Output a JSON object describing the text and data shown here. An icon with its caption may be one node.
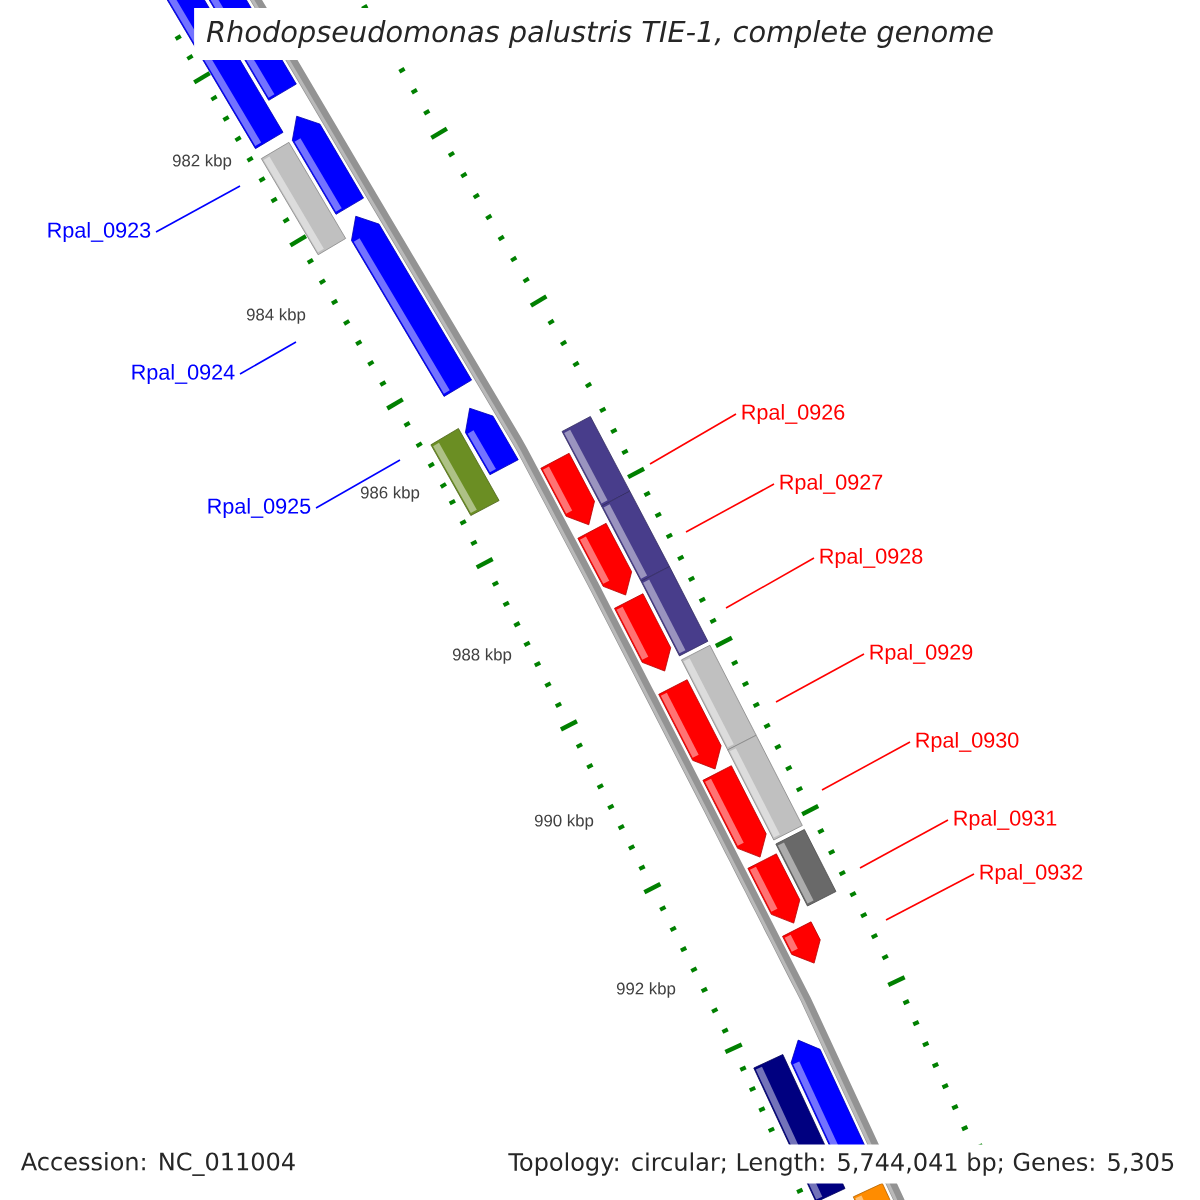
{
  "diagram": {
    "title": "Rhodopseudomonas palustris TIE-1, complete genome",
    "nodes": [
      {
        "text": [
          "Rpal_0923"
        ]
      },
      {
        "text": [
          "Rpal_0924"
        ]
      },
      {
        "text": [
          "Rpal_0925"
        ]
      },
      {
        "text": [
          "Rpal_0926"
        ]
      },
      {
        "text": [
          "Rpal_0927"
        ]
      },
      {
        "text": [
          "Rpal_0928"
        ]
      },
      {
        "text": [
          "Rpal_0929"
        ]
      },
      {
        "text": [
          "Rpal_0930"
        ]
      },
      {
        "text": [
          "Rpal_0931"
        ]
      },
      {
        "text": [
          "Rpal_0932"
        ]
      }
    ],
    "edges": [
      {
        "from": 0,
        "to": null,
        "arrow": "none",
        "color": "#0000ff"
      },
      {
        "from": 1,
        "to": null,
        "arrow": "none",
        "color": "#0000ff"
      },
      {
        "from": 2,
        "to": null,
        "arrow": "none",
        "color": "#0000ff"
      },
      {
        "from": 3,
        "to": null,
        "arrow": "none",
        "color": "#ff0000"
      },
      {
        "from": 4,
        "to": null,
        "arrow": "none",
        "color": "#ff0000"
      },
      {
        "from": 5,
        "to": null,
        "arrow": "none",
        "color": "#ff0000"
      },
      {
        "from": 6,
        "to": null,
        "arrow": "none",
        "color": "#ff0000"
      },
      {
        "from": 7,
        "to": null,
        "arrow": "none",
        "color": "#ff0000"
      },
      {
        "from": 8,
        "to": null,
        "arrow": "none",
        "color": "#ff0000"
      },
      {
        "from": 9,
        "to": null,
        "arrow": "none",
        "color": "#ff0000"
      }
    ],
    "labels": [
      "982 kbp",
      "984 kbp",
      "986 kbp",
      "988 kbp",
      "990 kbp",
      "992 kbp",
      "Accession: NC_011004",
      "Topology: circular; Length: 5,744,041 bp; Genes: 5,305"
    ]
  }
}
